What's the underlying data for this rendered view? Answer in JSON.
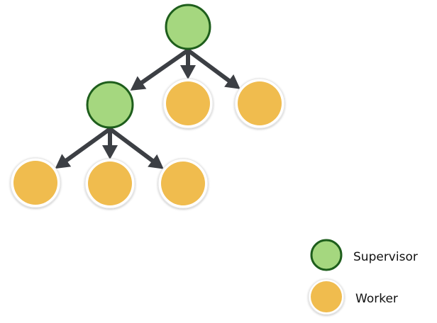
{
  "title": "Supervisor tree",
  "node_types": {
    "supervisor": {
      "label": "Supervisor",
      "fill": "#a5d77f",
      "stroke": "#1e5e1c"
    },
    "worker": {
      "label": "Worker",
      "fill": "#f0bc4e",
      "stroke": "#ffffff",
      "halo": "#e6e6e6"
    }
  },
  "edge_color": "#3c3f44",
  "nodes": [
    {
      "id": "root",
      "type": "supervisor",
      "parent": null
    },
    {
      "id": "sup-1",
      "type": "supervisor",
      "parent": "root"
    },
    {
      "id": "worker-1",
      "type": "worker",
      "parent": "root"
    },
    {
      "id": "worker-2",
      "type": "worker",
      "parent": "root"
    },
    {
      "id": "worker-3",
      "type": "worker",
      "parent": "sup-1"
    },
    {
      "id": "worker-4",
      "type": "worker",
      "parent": "sup-1"
    },
    {
      "id": "worker-5",
      "type": "worker",
      "parent": "sup-1"
    }
  ],
  "legend": [
    {
      "type": "supervisor",
      "label": "Supervisor"
    },
    {
      "type": "worker",
      "label": "Worker"
    }
  ]
}
